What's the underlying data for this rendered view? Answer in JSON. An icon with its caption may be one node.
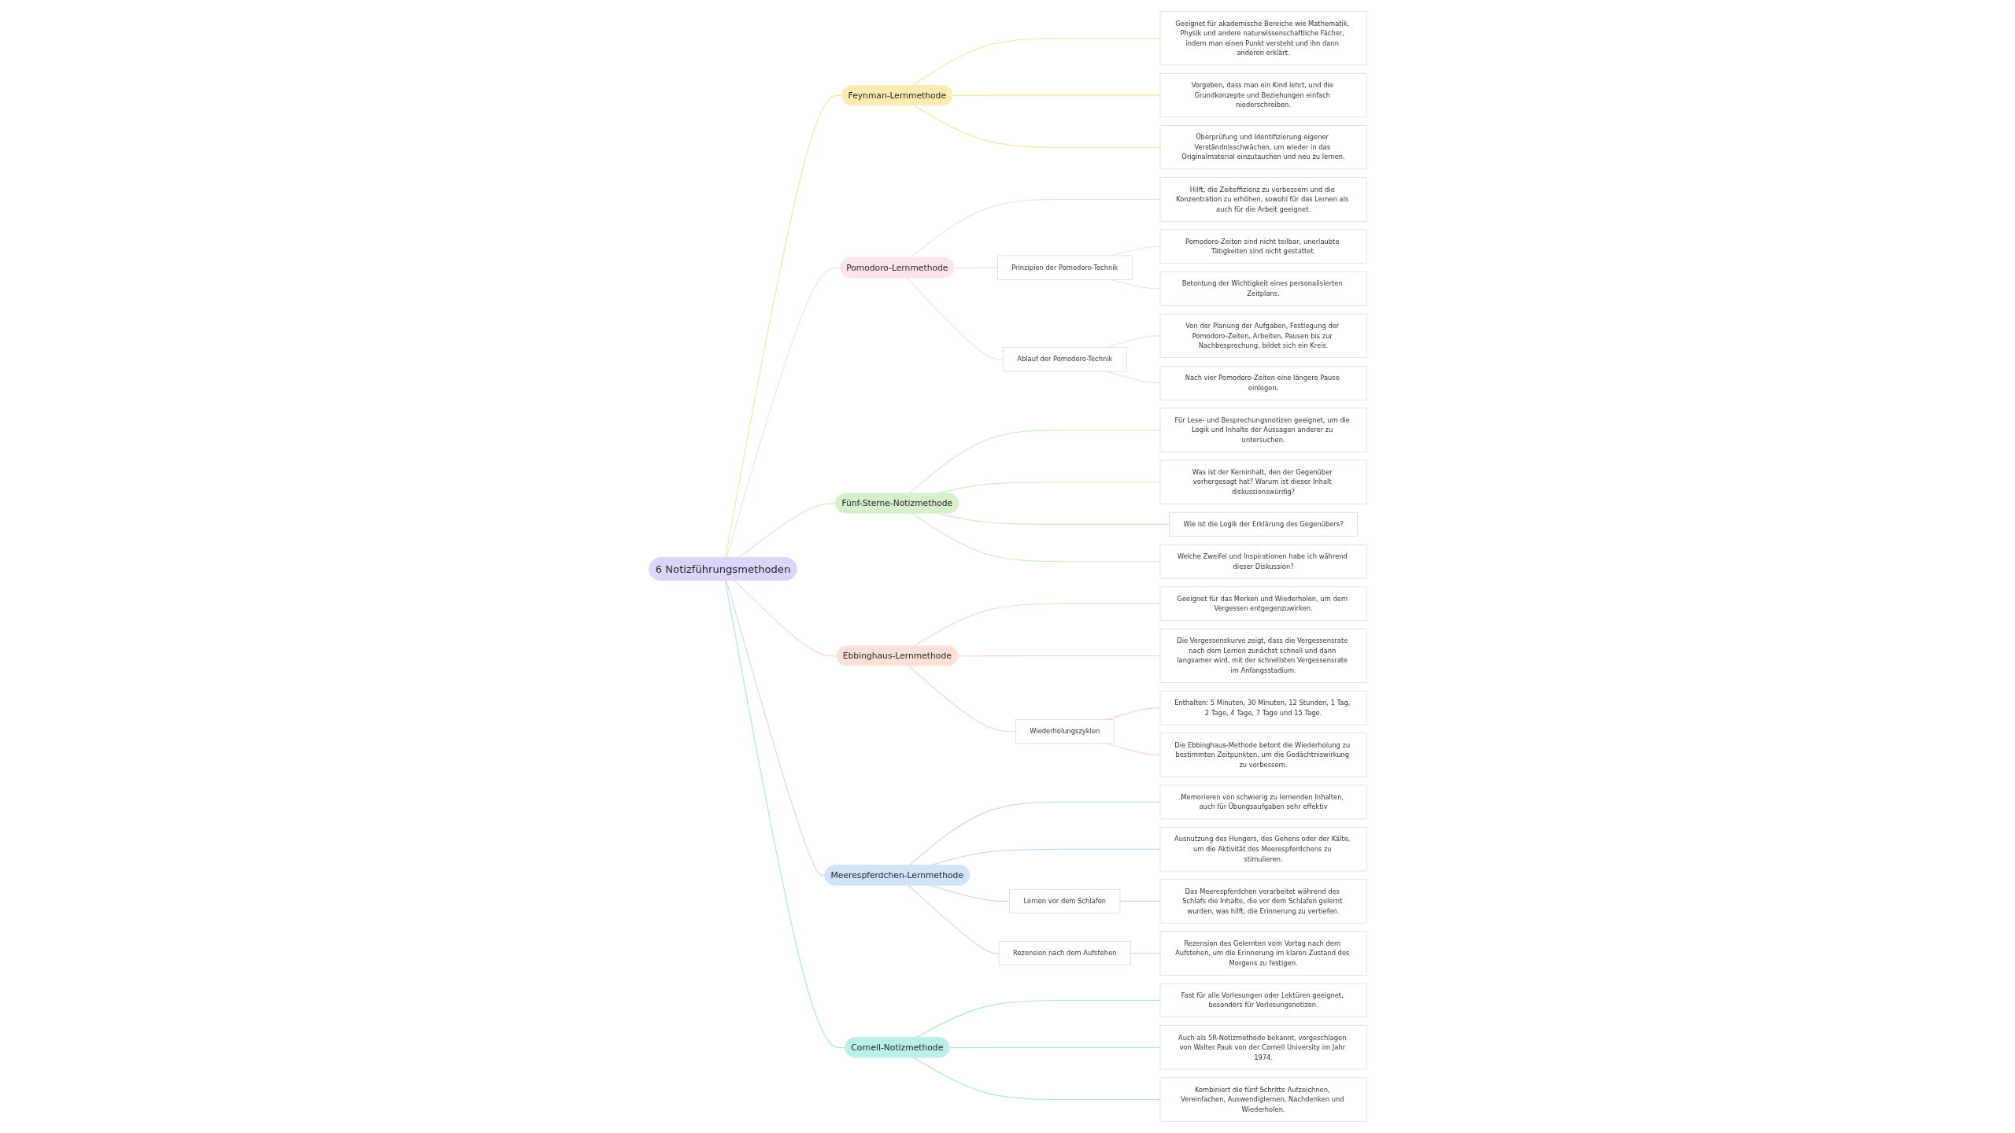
{
  "diagram": {
    "nodes": [
      {
        "text": [
          "6 Notizführungsmethoden"
        ]
      },
      {
        "text": [
          "Feynman-Lernmethode"
        ]
      },
      {
        "text": [
          "Geeignet für akademische Bereiche wie Mathematik, Physik und andere naturwissenschaftliche Fächer, indem man einen Punkt versteht und ihn dann anderen erklärt."
        ]
      },
      {
        "text": [
          "Vorgeben, dass man ein Kind lehrt, und die Grundkonzepte und Beziehungen einfach niederschreiben."
        ]
      },
      {
        "text": [
          "Überprüfung und Identifizierung eigener Verständnisschwächen, um wieder in das Originalmaterial einzutauchen und neu zu lernen."
        ]
      },
      {
        "text": [
          "Pomodoro-Lernmethode"
        ]
      },
      {
        "text": [
          "Hilft, die Zeiteffizienz zu verbessern und die Konzentration zu erhöhen, sowohl für das Lernen als auch für die Arbeit geeignet."
        ]
      },
      {
        "text": [
          "Prinzipien der Pomodoro-Technik"
        ]
      },
      {
        "text": [
          "Pomodoro-Zeiten sind nicht teilbar, unerlaubte Tätigkeiten sind nicht gestattet."
        ]
      },
      {
        "text": [
          "Betontung der Wichtigkeit eines personalisierten Zeitplans."
        ]
      },
      {
        "text": [
          "Ablauf der Pomodoro-Technik"
        ]
      },
      {
        "text": [
          "Von der Planung der Aufgaben, Festlegung der Pomodoro-Zeiten, Arbeiten, Pausen bis zur Nachbesprechung, bildet sich ein Kreis."
        ]
      },
      {
        "text": [
          "Nach vier Pomodoro-Zeiten eine längere Pause einlegen."
        ]
      },
      {
        "text": [
          "Fünf-Sterne-Notizmethode"
        ]
      },
      {
        "text": [
          "Für Lese- und Besprechungsnotizen geeignet, um die Logik und Inhalte der Aussagen anderer zu untersuchen."
        ]
      },
      {
        "text": [
          "Was ist der Kerninhalt, den der Gegenüber vorhergesagt hat? Warum ist dieser Inhalt diskussionswürdig?"
        ]
      },
      {
        "text": [
          "Wie ist die Logik der Erklärung des Gegenübers?"
        ]
      },
      {
        "text": [
          "Welche Zweifel und Inspirationen habe ich während dieser Diskussion?"
        ]
      },
      {
        "text": [
          "Ebbinghaus-Lernmethode"
        ]
      },
      {
        "text": [
          "Geeignet für das Merken und Wiederholen, um dem Vergessen entgegenzuwirken."
        ]
      },
      {
        "text": [
          "Die Vergessenskurve zeigt, dass die Vergessensrate nach dem Lernen zunächst schnell und dann langsamer wird, mit der schnellsten Vergessensrate im Anfangsstadium."
        ]
      },
      {
        "text": [
          "Wiederholungszyklen"
        ]
      },
      {
        "text": [
          "Enthalten: 5 Minuten, 30 Minuten, 12 Stunden, 1 Tag, 2 Tage, 4 Tage, 7 Tage und 15 Tage."
        ]
      },
      {
        "text": [
          "Die Ebbinghaus-Methode betont die Wiederholung zu bestimmten Zeitpunkten, um die Gedächtniswirkung zu verbessern."
        ]
      },
      {
        "text": [
          "Meerespferdchen-Lernmethode"
        ]
      },
      {
        "text": [
          "Memorieren von schwierig zu lernenden Inhalten, auch für Übungsaufgaben sehr effektiv"
        ]
      },
      {
        "text": [
          "Ausnutzung des Hungers, des Gehens oder der Kälte, um die Aktivität des Meerespferdchens zu stimulieren."
        ]
      },
      {
        "text": [
          "Lernen vor dem Schlafen"
        ]
      },
      {
        "text": [
          "Das Meerespferdchen verarbeitet während des Schlafs die Inhalte, die vor dem Schlafen gelernt wurden, was hilft, die Erinnerung zu vertiefen."
        ]
      },
      {
        "text": [
          "Rezension nach dem Aufstehen"
        ]
      },
      {
        "text": [
          "Rezension des Gelernten vom Vortag nach dem Aufstehen, um die Erinnerung im klaren Zustand des Morgens zu festigen."
        ]
      },
      {
        "text": [
          "Cornell-Notizmethode"
        ]
      },
      {
        "text": [
          "Fast für alle Vorlesungen oder Lektüren geeignet, besonders für Vorlesungsnotizen."
        ]
      },
      {
        "text": [
          "Auch als 5R-Notizmethode bekannt, vorgeschlagen von Walter Pauk von der Cornell University im Jahr 1974."
        ]
      },
      {
        "text": [
          "Kombiniert die fünf Schritte Aufzeichnen, Vereinfachen, Auswendiglernen, Nachdenken und Wiederholen."
        ]
      }
    ],
    "edges": [
      {
        "from": 0,
        "to": 1,
        "arrow": "none",
        "color": "#f5e3a3"
      },
      {
        "from": 1,
        "to": 2,
        "arrow": "none",
        "color": "#f5e3a3"
      },
      {
        "from": 1,
        "to": 3,
        "arrow": "none",
        "color": "#f5e3a3"
      },
      {
        "from": 1,
        "to": 4,
        "arrow": "none",
        "color": "#f5e3a3"
      },
      {
        "from": 0,
        "to": 5,
        "arrow": "none",
        "color": "#f8dbe8"
      },
      {
        "from": 5,
        "to": 6,
        "arrow": "none",
        "color": "#f8dbe8"
      },
      {
        "from": 5,
        "to": 7,
        "arrow": "none",
        "color": "#f8dbe8"
      },
      {
        "from": 7,
        "to": 8,
        "arrow": "none",
        "color": "#f8dbe8"
      },
      {
        "from": 7,
        "to": 9,
        "arrow": "none",
        "color": "#f8dbe8"
      },
      {
        "from": 5,
        "to": 10,
        "arrow": "none",
        "color": "#f8dbe8"
      },
      {
        "from": 10,
        "to": 11,
        "arrow": "none",
        "color": "#f8dbe8"
      },
      {
        "from": 10,
        "to": 12,
        "arrow": "none",
        "color": "#f8dbe8"
      },
      {
        "from": 0,
        "to": 13,
        "arrow": "none",
        "color": "#cdeac0"
      },
      {
        "from": 13,
        "to": 14,
        "arrow": "none",
        "color": "#cdeac0"
      },
      {
        "from": 13,
        "to": 15,
        "arrow": "none",
        "color": "#cdeac0"
      },
      {
        "from": 13,
        "to": 16,
        "arrow": "none",
        "color": "#cdeac0"
      },
      {
        "from": 13,
        "to": 17,
        "arrow": "none",
        "color": "#cdeac0"
      },
      {
        "from": 0,
        "to": 18,
        "arrow": "none",
        "color": "#f8d5c8"
      },
      {
        "from": 18,
        "to": 19,
        "arrow": "none",
        "color": "#f8d5c8"
      },
      {
        "from": 18,
        "to": 20,
        "arrow": "none",
        "color": "#f8d5c8"
      },
      {
        "from": 18,
        "to": 21,
        "arrow": "none",
        "color": "#f8d5c8"
      },
      {
        "from": 21,
        "to": 22,
        "arrow": "none",
        "color": "#f8d5c8"
      },
      {
        "from": 21,
        "to": 23,
        "arrow": "none",
        "color": "#f8d5c8"
      },
      {
        "from": 0,
        "to": 24,
        "arrow": "none",
        "color": "#c3daf5"
      },
      {
        "from": 24,
        "to": 25,
        "arrow": "none",
        "color": "#c3daf5"
      },
      {
        "from": 24,
        "to": 26,
        "arrow": "none",
        "color": "#c3daf5"
      },
      {
        "from": 24,
        "to": 27,
        "arrow": "none",
        "color": "#c3daf5"
      },
      {
        "from": 27,
        "to": 28,
        "arrow": "none",
        "color": "#c3daf5"
      },
      {
        "from": 24,
        "to": 29,
        "arrow": "none",
        "color": "#c3daf5"
      },
      {
        "from": 29,
        "to": 30,
        "arrow": "none",
        "color": "#c3daf5"
      },
      {
        "from": 0,
        "to": 31,
        "arrow": "none",
        "color": "#a8e6df"
      },
      {
        "from": 31,
        "to": 32,
        "arrow": "none",
        "color": "#a8e6df"
      },
      {
        "from": 31,
        "to": 33,
        "arrow": "none",
        "color": "#a8e6df"
      },
      {
        "from": 31,
        "to": 34,
        "arrow": "none",
        "color": "#a8e6df"
      }
    ]
  }
}
